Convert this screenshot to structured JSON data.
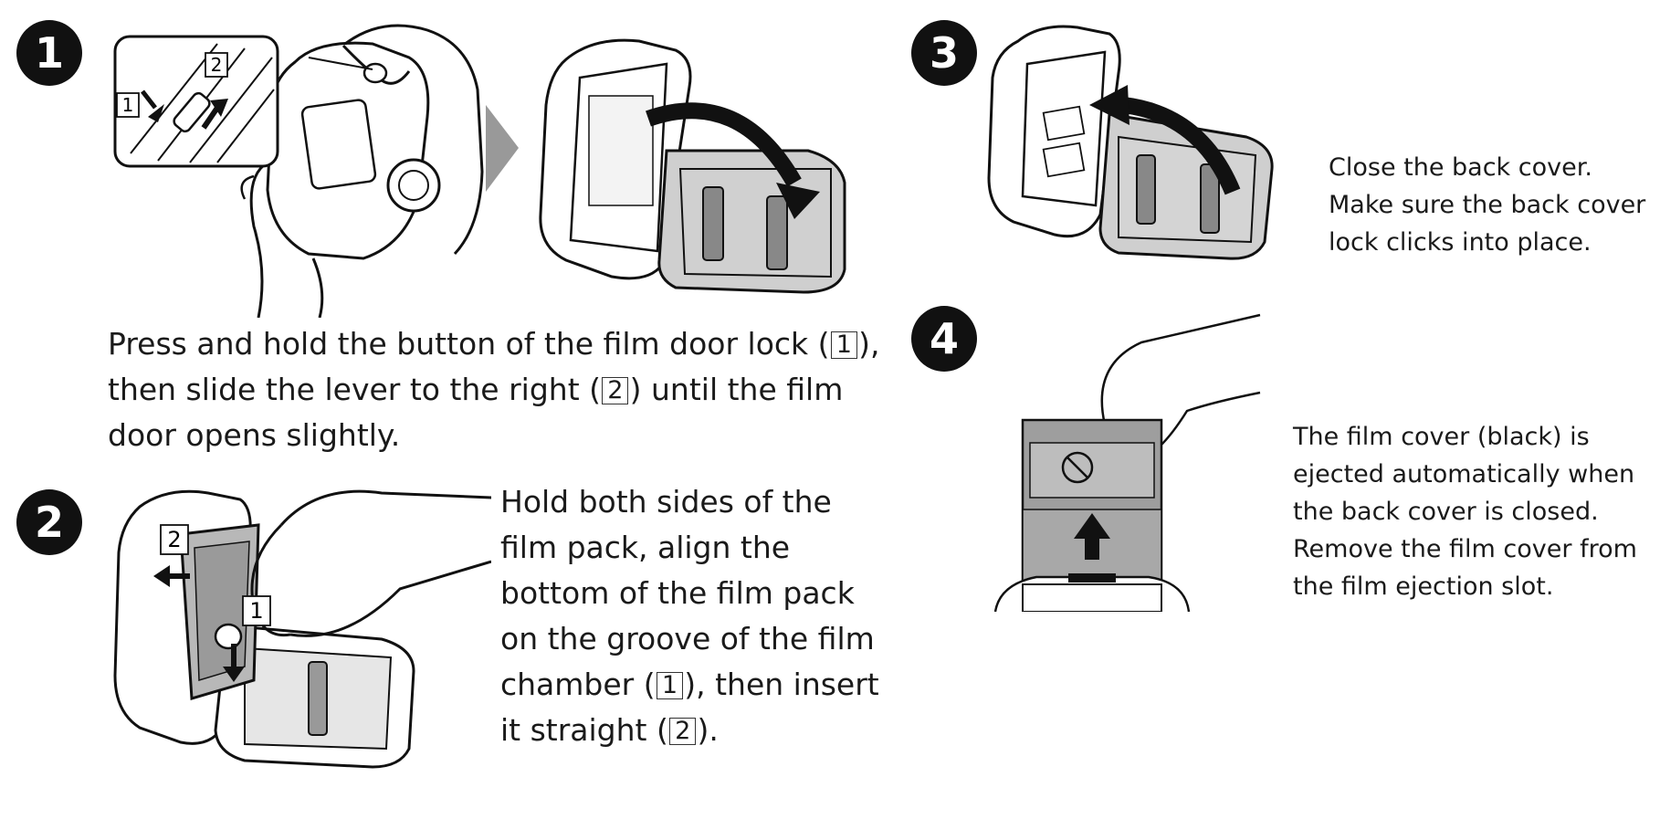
{
  "steps": [
    {
      "number": "1",
      "lines": [
        [
          "Press and hold the button of the film door lock (",
          "1",
          "),"
        ],
        [
          "then slide the lever to the right (",
          "2",
          ") until the film"
        ],
        [
          "door opens slightly.",
          "",
          ""
        ]
      ],
      "callouts": [
        "1",
        "2"
      ]
    },
    {
      "number": "2",
      "lines": [
        [
          "Hold both sides of the",
          "",
          ""
        ],
        [
          "film pack, align the",
          "",
          ""
        ],
        [
          "bottom of the film pack",
          "",
          ""
        ],
        [
          "on the groove of the film",
          "",
          ""
        ],
        [
          "chamber (",
          "1",
          "), then insert"
        ],
        [
          "it straight (",
          "2",
          ")."
        ]
      ],
      "callouts": [
        "2",
        "1"
      ]
    },
    {
      "number": "3",
      "lines": [
        [
          "Close the back cover.",
          "",
          ""
        ],
        [
          "Make sure the back cover",
          "",
          ""
        ],
        [
          "lock clicks into place.",
          "",
          ""
        ]
      ]
    },
    {
      "number": "4",
      "lines": [
        [
          "The film cover (black) is",
          "",
          ""
        ],
        [
          "ejected automatically when",
          "",
          ""
        ],
        [
          "the back cover is closed.",
          "",
          ""
        ],
        [
          "Remove the film cover from",
          "",
          ""
        ],
        [
          "the film ejection slot.",
          "",
          ""
        ]
      ]
    }
  ],
  "icons": {
    "prohibited": "prohibited-icon",
    "up_arrow": "up-arrow-icon",
    "next_arrow": "next-step-arrow-icon"
  },
  "colors": {
    "badge": "#111111",
    "text": "#1a1a1a",
    "arrow": "#111111",
    "next_arrow": "#999999",
    "panel": "#d0d0d0"
  }
}
